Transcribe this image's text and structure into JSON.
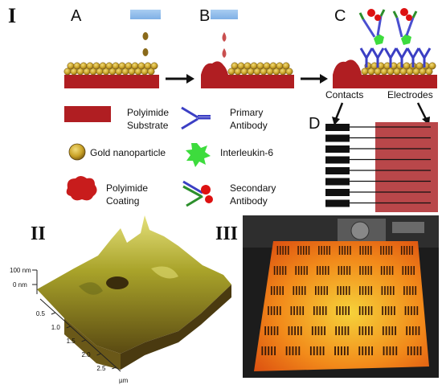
{
  "panels": {
    "I": "I",
    "II": "II",
    "III": "III"
  },
  "steps": {
    "A": "A",
    "B": "B",
    "C": "C",
    "D": "D"
  },
  "legend": {
    "substrate": [
      "Polyimide",
      "Substrate"
    ],
    "gold": "Gold nanoparticle",
    "coating": [
      "Polyimide",
      "Coating"
    ],
    "primary": [
      "Primary",
      "Antibody"
    ],
    "il6": "Interleukin-6",
    "secondary": [
      "Secondary",
      "Antibody"
    ]
  },
  "electrode_labels": {
    "contacts": "Contacts",
    "electrodes": "Electrodes"
  },
  "afm": {
    "z_top": "100 nm",
    "z_zero": "0 nm",
    "axis_ticks": [
      "0.5",
      "1.0",
      "1.5",
      "2.0",
      "2.5"
    ],
    "axis_unit": "µm"
  },
  "colors": {
    "polyimide_red": "#b01e22",
    "gold": "#c9a227",
    "antibody_blue": "#3b3fc4",
    "il6_green": "#3ddc3d",
    "afm_olive": "#8f8a1e",
    "photo_orange": "#f07a10"
  }
}
